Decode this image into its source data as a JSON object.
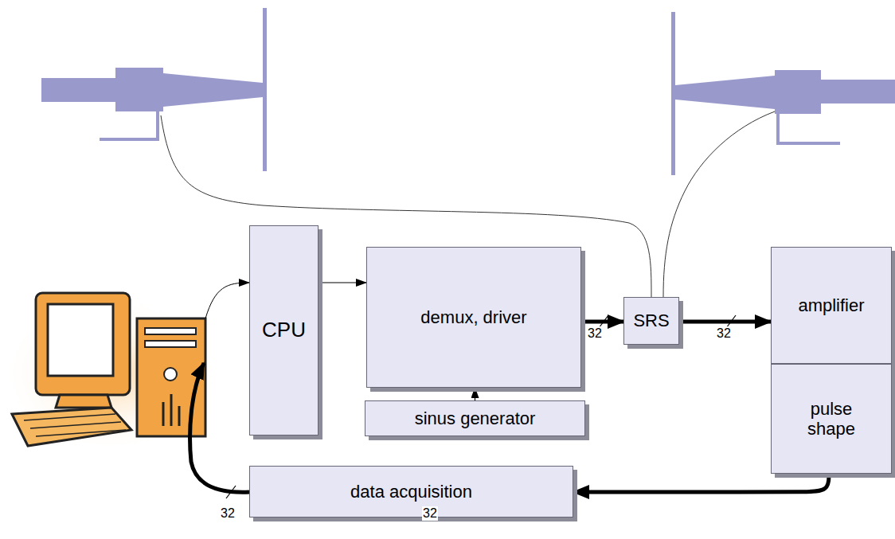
{
  "diagram": {
    "nodes": [
      {
        "text": [
          "CPU"
        ]
      },
      {
        "text": [
          "demux, driver"
        ]
      },
      {
        "text": [
          "SRS"
        ]
      },
      {
        "text": [
          "amplifier"
        ]
      },
      {
        "text": [
          "pulse shape"
        ]
      },
      {
        "text": [
          "sinus generator"
        ]
      },
      {
        "text": [
          "data acquisition"
        ]
      }
    ],
    "edges": [
      {
        "from": 0,
        "to": 1,
        "arrow": "to"
      },
      {
        "from": 5,
        "to": 1,
        "arrow": "to"
      },
      {
        "from": 1,
        "to": 2,
        "arrow": "to"
      },
      {
        "from": 2,
        "to": 3,
        "arrow": "to"
      },
      {
        "from": 4,
        "to": 6,
        "arrow": "to"
      }
    ],
    "labels": [
      "32",
      "32",
      "32",
      "32"
    ]
  }
}
